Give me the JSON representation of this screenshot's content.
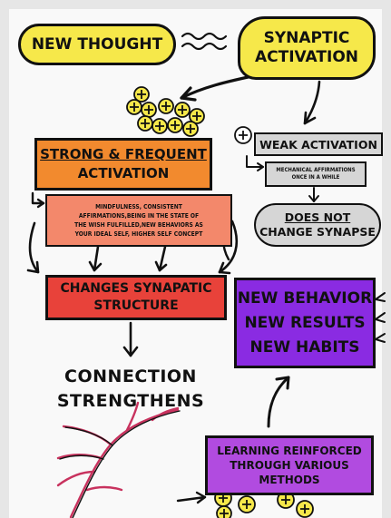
{
  "nodes": {
    "new_thought": "NEW THOUGHT",
    "synaptic_activation": [
      "SYNAPTIC",
      "ACTIVATION"
    ],
    "strong_frequent": [
      "STRONG & FREQUENT",
      "ACTIVATION"
    ],
    "weak_activation": "WEAK ACTIVATION",
    "mechanical_affirmations": [
      "MECHANICAL AFFIRMATIONS",
      "ONCE IN A WHILE"
    ],
    "does_not_change": [
      "DOES NOT",
      "CHANGE SYNAPSE"
    ],
    "methods_list": [
      "MINDFULNESS, CONSISTENT",
      "AFFIRMATIONS,BEING IN THE STATE OF",
      "THE WISH FULFILLED,NEW BEHAVIORS AS",
      "YOUR IDEAL SELF, HIGHER SELF CONCEPT"
    ],
    "changes_synaptic": [
      "CHANGES SYNAPATIC",
      "STRUCTURE"
    ],
    "new_results": [
      "NEW BEHAVIOR",
      "NEW RESULTS",
      "NEW HABITS"
    ],
    "connection": [
      "CONNECTION",
      "STRENGTHENS"
    ],
    "learning": [
      "LEARNING REINFORCED",
      "THROUGH VARIOUS",
      "METHODS"
    ]
  },
  "colors": {
    "yellow": "#f6e84a",
    "orange": "#f28a2e",
    "salmon": "#f3886b",
    "red": "#e8423a",
    "purple": "#8a2be2",
    "violet": "#b14be0",
    "grey": "#d6d6d6",
    "pink": "#c8325e"
  },
  "icons": [
    "plus-circle-cluster-icon",
    "plus-circle-icon",
    "squiggle-icon",
    "arrow-icon",
    "neuron-branch-icon"
  ]
}
